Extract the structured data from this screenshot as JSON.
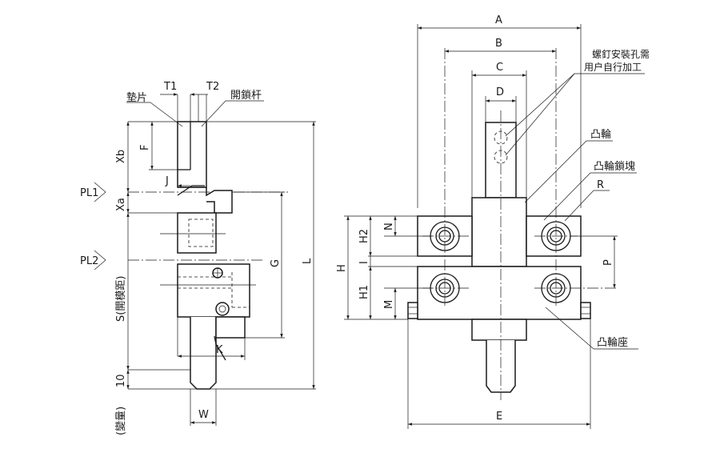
{
  "left_view": {
    "labels": {
      "shim": "墊片",
      "t1": "T1",
      "t2": "T2",
      "lock_rod": "開鎖杆",
      "xb": "Xb",
      "f": "F",
      "pl1": "PL1",
      "j": "J",
      "xa": "Xa",
      "g": "G",
      "l": "L",
      "pl2": "PL2",
      "stroke": "S(開模距)",
      "k": "K",
      "ten": "10",
      "variable": "(變量)",
      "w": "W"
    }
  },
  "right_view": {
    "labels": {
      "a": "A",
      "b": "B",
      "c": "C",
      "d": "D",
      "screw_note_1": "螺釘安裝孔需",
      "screw_note_2": "用户自行加工",
      "cam": "凸輪",
      "cam_lock_block": "凸輪鎖塊",
      "r": "R",
      "n": "N",
      "h2": "H2",
      "h": "H",
      "i": "I",
      "p": "P",
      "h1": "H1",
      "m": "M",
      "cam_seat": "凸輪座",
      "e": "E"
    }
  }
}
